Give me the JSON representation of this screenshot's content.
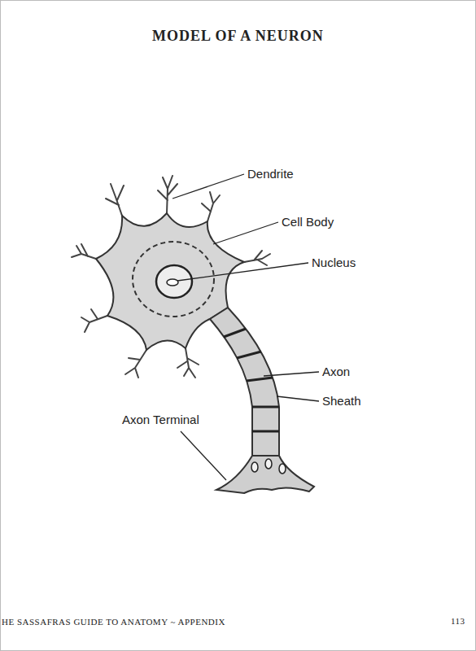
{
  "diagram": {
    "title": "MODEL OF A NEURON",
    "labels": [
      "Dendrite",
      "Cell Body",
      "Nucleus",
      "Axon",
      "Sheath",
      "Axon Terminal",
      "HE SASSAFRAS GUIDE TO ANATOMY ~ APPENDIX",
      "113"
    ]
  }
}
